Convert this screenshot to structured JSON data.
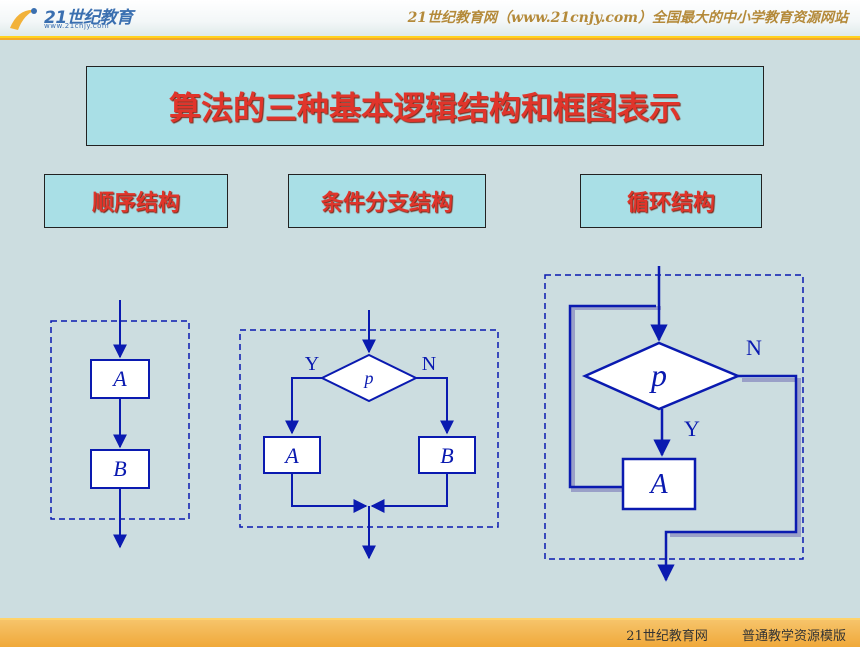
{
  "header": {
    "logo_text": "21世纪教育",
    "logo_sub": "www.21cnjy.com",
    "slogan": "21世纪教育网（www.21cnjy.com）全国最大的中小学教育资源网站"
  },
  "title": "算法的三种基本逻辑结构和框图表示",
  "labels": {
    "sequence": "顺序结构",
    "conditional": "条件分支结构",
    "loop": "循环结构"
  },
  "diagram": {
    "sequence": {
      "box1": "A",
      "box2": "B"
    },
    "conditional": {
      "condition": "p",
      "yes": "Y",
      "no": "N",
      "left_box": "A",
      "right_box": "B"
    },
    "loop": {
      "condition": "p",
      "no": "N",
      "yes": "Y",
      "body_box": "A"
    },
    "colors": {
      "line": "#0a1ab0",
      "dashed": "#0a1ab0",
      "shadow": "#9aa0c8"
    }
  },
  "footer": {
    "site": "21世纪教育网",
    "template": "普通教学资源模版"
  }
}
